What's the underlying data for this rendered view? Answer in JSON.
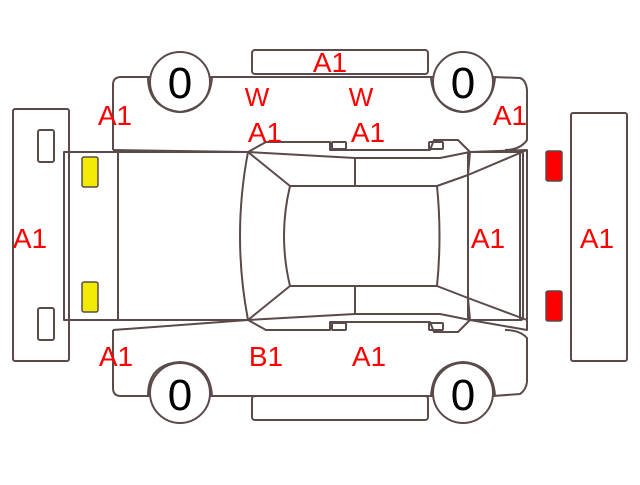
{
  "colors": {
    "line": "#5a4a4a",
    "label": "#ff0000",
    "lamp_front": "#f2ea00",
    "lamp_rear": "#ff0000",
    "background": "#ffffff"
  },
  "labels": {
    "roof_top": "A1",
    "front_left_fender": "A1",
    "rear_left_fender": "A1",
    "front_bumper": "A1",
    "rear_bumper": "A1",
    "trunk": "A1",
    "front_left_door_mark": "W",
    "front_left_door": "A1",
    "rear_left_door_mark": "W",
    "rear_left_door": "A1",
    "front_right_fender": "A1",
    "front_right_door": "B1",
    "rear_right_door": "A1"
  },
  "tires": {
    "top_left": "0",
    "top_right": "0",
    "bottom_left": "0",
    "bottom_right": "0"
  }
}
